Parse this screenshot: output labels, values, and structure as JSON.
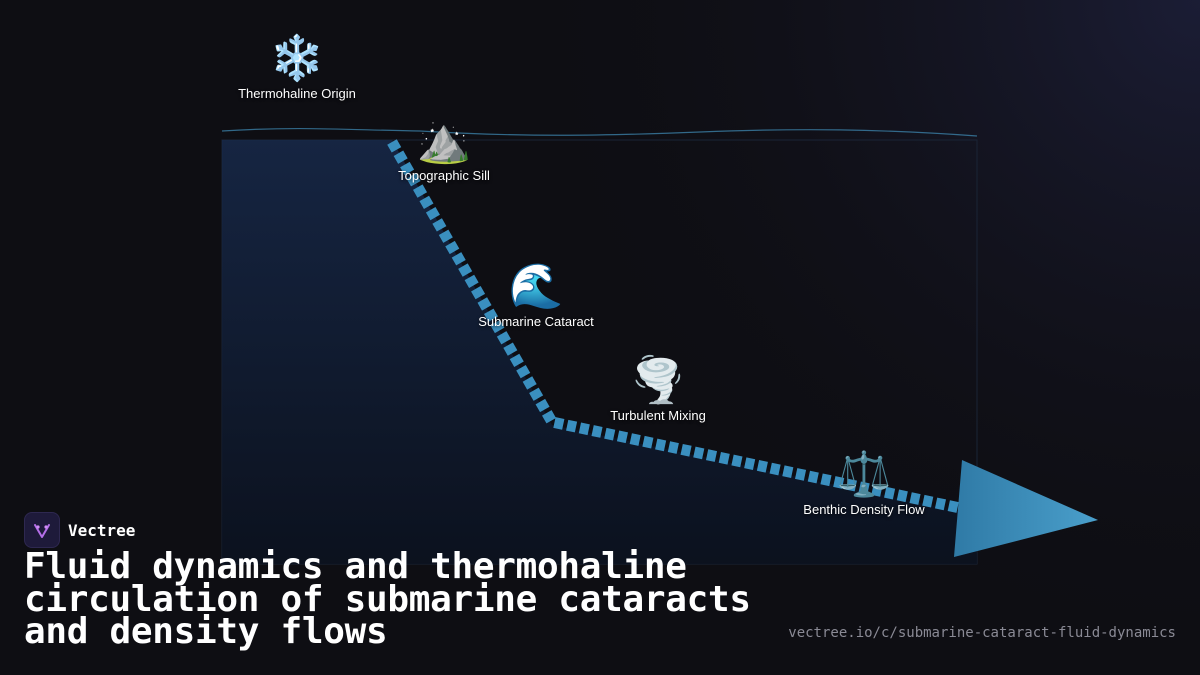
{
  "diagram": {
    "nodes": [
      {
        "id": "origin",
        "icon": "snowflake-icon",
        "glyph": "❄️",
        "label": "Thermohaline Origin"
      },
      {
        "id": "sill",
        "icon": "mountain-icon",
        "glyph": "⛰️",
        "label": "Topographic Sill"
      },
      {
        "id": "cataract",
        "icon": "wave-icon",
        "glyph": "🌊",
        "label": "Submarine Cataract"
      },
      {
        "id": "mixing",
        "icon": "tornado-icon",
        "glyph": "🌪️",
        "label": "Turbulent Mixing"
      },
      {
        "id": "benthic",
        "icon": "balance-scale-icon",
        "glyph": "⚖️",
        "label": "Benthic Density Flow"
      }
    ],
    "colors": {
      "flow": "#3a8fbf",
      "water_surface": "#3b7fa6",
      "basin": "#15253d"
    }
  },
  "brand": {
    "name": "Vectree",
    "logo_icon": "vectree-logo-icon"
  },
  "title": "Fluid dynamics and thermohaline circulation of submarine cataracts and density flows",
  "url": "vectree.io/c/submarine-cataract-fluid-dynamics"
}
